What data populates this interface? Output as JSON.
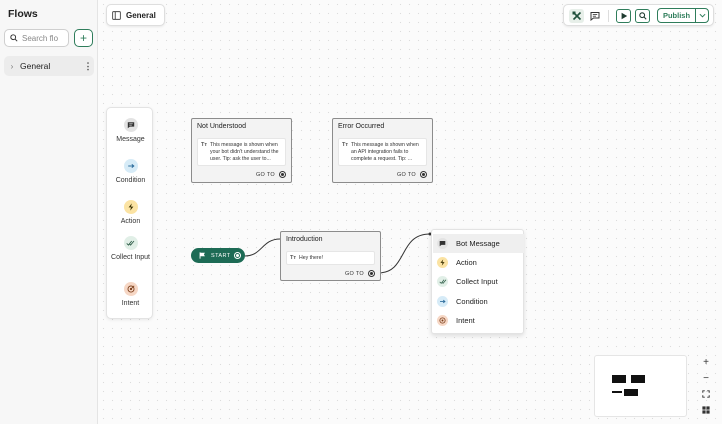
{
  "sidebar": {
    "title": "Flows",
    "search_placeholder": "Search flo",
    "add_label": "+",
    "flows": [
      {
        "label": "General"
      }
    ]
  },
  "flow_tab": {
    "label": "General"
  },
  "toolbar": {
    "publish_label": "Publish"
  },
  "palette": {
    "items": [
      {
        "label": "Message",
        "icon": "message-icon"
      },
      {
        "label": "Condition",
        "icon": "arrow-right-icon"
      },
      {
        "label": "Action",
        "icon": "lightning-icon"
      },
      {
        "label": "Collect Input",
        "icon": "double-check-icon"
      },
      {
        "label": "Intent",
        "icon": "target-icon"
      }
    ]
  },
  "nodes": {
    "not_understood": {
      "title": "Not Understood",
      "body": "This message is shown when your bot didn't understand the user. Tip: ask the user to...",
      "goto": "GO TO"
    },
    "error_occurred": {
      "title": "Error Occurred",
      "body": "This message is shown when an API integration fails to complete a request. Tip: ...",
      "goto": "GO TO"
    },
    "introduction": {
      "title": "Introduction",
      "body": "Hey there!",
      "goto": "GO TO"
    },
    "text_prefix": "Tт"
  },
  "start": {
    "label": "START"
  },
  "menu": {
    "items": [
      {
        "label": "Bot Message",
        "icon": "message-icon"
      },
      {
        "label": "Action",
        "icon": "lightning-icon"
      },
      {
        "label": "Collect Input",
        "icon": "double-check-icon"
      },
      {
        "label": "Condition",
        "icon": "arrow-right-icon"
      },
      {
        "label": "Intent",
        "icon": "target-icon"
      }
    ]
  },
  "colors": {
    "brand_green": "#2f7d5b",
    "start_green": "#1d6b55",
    "condition_blue": "#d6ebf7",
    "action_yellow": "#fbe3a3",
    "collect_green": "#e1efe7",
    "intent_orange": "#f6d7c5",
    "message_gray": "#e3e3e3"
  }
}
